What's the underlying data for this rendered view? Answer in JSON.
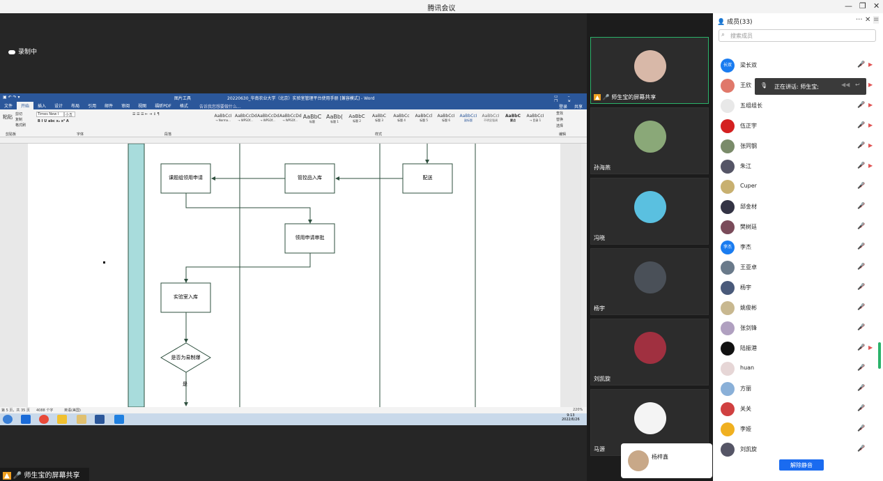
{
  "window": {
    "title": "腾讯会议",
    "min": "—",
    "restore": "❐",
    "close": "✕"
  },
  "share": {
    "recording": "录制中",
    "bottom_label": "师生宝的屏幕共享"
  },
  "word": {
    "doc_title": "20220630_华南农业大学（北京）实验室管理平台使用手册 [兼容模式] - Word",
    "ribbon_tab_label": "图片工具",
    "search_hint": "告诉我您想要做什么...",
    "tabs": [
      "文件",
      "开始",
      "插入",
      "设计",
      "布局",
      "引用",
      "邮件",
      "审阅",
      "视图",
      "福昕PDF",
      "格式"
    ],
    "right_tabs": [
      "登录",
      "共享"
    ],
    "font": "Times New I",
    "size": "小五",
    "styles": [
      {
        "preview": "AaBbCcI",
        "name": "→ Norma..."
      },
      {
        "preview": "AaBbCcDd",
        "name": "→ WPSOf..."
      },
      {
        "preview": "AaBbCcDd",
        "name": "→ WPSOf..."
      },
      {
        "preview": "AaBbCcDd",
        "name": "→ WPSOf..."
      },
      {
        "preview": "AaBbC",
        "name": "标题"
      },
      {
        "preview": "AaBb(",
        "name": "标题 1"
      },
      {
        "preview": "AaBbC",
        "name": "标题 2"
      },
      {
        "preview": "AaBbC",
        "name": "标题 3"
      },
      {
        "preview": "AaBbCc",
        "name": "标题 4"
      },
      {
        "preview": "AaBbCcl",
        "name": "标题 5"
      },
      {
        "preview": "AaBbCcI",
        "name": "标题 6"
      },
      {
        "preview": "AaBbCcI",
        "name": "副标题"
      },
      {
        "preview": "AaBbCcI",
        "name": "不明显强调"
      },
      {
        "preview": "AaBbC",
        "name": "要点"
      },
      {
        "preview": "AaBbCcI",
        "name": "→ 目录 1"
      }
    ],
    "groups": [
      "剪贴板",
      "字体",
      "段落",
      "样式",
      "编辑"
    ],
    "edit": [
      "查找",
      "替换",
      "选择"
    ],
    "clipboard": {
      "paste": "粘贴",
      "cut": "剪切",
      "copy": "复制",
      "format": "格式刷"
    },
    "flow": {
      "n1": "课题组领用申请",
      "n2": "管控品入库",
      "n3": "配送",
      "n4": "领用申请审批",
      "n5": "实验室入库",
      "n6": "是否为易制爆",
      "yes": "是"
    },
    "status": {
      "page": "第 5 页，共 35 页",
      "words": "4088 个字",
      "lang": "英语(美国)",
      "zoom": "220%"
    },
    "clock": {
      "time": "9:13",
      "date": "2022/6/26"
    }
  },
  "videos": [
    {
      "name": "师生宝的屏幕共享"
    },
    {
      "name": "孙海燕"
    },
    {
      "name": "冯晓"
    },
    {
      "name": "杨宇"
    },
    {
      "name": "刘凯旋"
    },
    {
      "name": "马源"
    }
  ],
  "float_tile": {
    "name": "杨梓鑫"
  },
  "members": {
    "header": "成员(33)",
    "search_placeholder": "搜索成员",
    "list": [
      {
        "name": "梁长双",
        "av": "长双",
        "color": "#1a7cf0"
      },
      {
        "name": "王欣",
        "av": "",
        "color": "#e0786a"
      },
      {
        "name": "五组组长",
        "av": "",
        "color": "#e8e8e8"
      },
      {
        "name": "伍正宇",
        "av": "",
        "color": "#d42020"
      },
      {
        "name": "张同钢",
        "av": "",
        "color": "#7a8b6a"
      },
      {
        "name": "朱江",
        "av": "",
        "color": "#556"
      },
      {
        "name": "Cuper",
        "av": "",
        "color": "#c8b070"
      },
      {
        "name": "邱金材",
        "av": "",
        "color": "#334"
      },
      {
        "name": "樊树廷",
        "av": "",
        "color": "#7a4b5a"
      },
      {
        "name": "李杰",
        "av": "李杰",
        "color": "#1a7cf0"
      },
      {
        "name": "王亚卓",
        "av": "",
        "color": "#6a7a8a"
      },
      {
        "name": "杨宇",
        "av": "",
        "color": "#4a5a7a"
      },
      {
        "name": "姚俊彬",
        "av": "",
        "color": "#c8b890"
      },
      {
        "name": "张剑锋",
        "av": "",
        "color": "#b0a0c0"
      },
      {
        "name": "陆振港",
        "av": "",
        "color": "#111"
      },
      {
        "name": "huan",
        "av": "",
        "color": "#e6d6d6"
      },
      {
        "name": "方丽",
        "av": "",
        "color": "#8ab0d8"
      },
      {
        "name": "关关",
        "av": "",
        "color": "#d04040"
      },
      {
        "name": "李娅",
        "av": "",
        "color": "#f0b020"
      },
      {
        "name": "刘凯旋",
        "av": "",
        "color": "#556"
      }
    ]
  },
  "speaking": "正在讲话: 师生宝;",
  "unmute": "解除静音"
}
